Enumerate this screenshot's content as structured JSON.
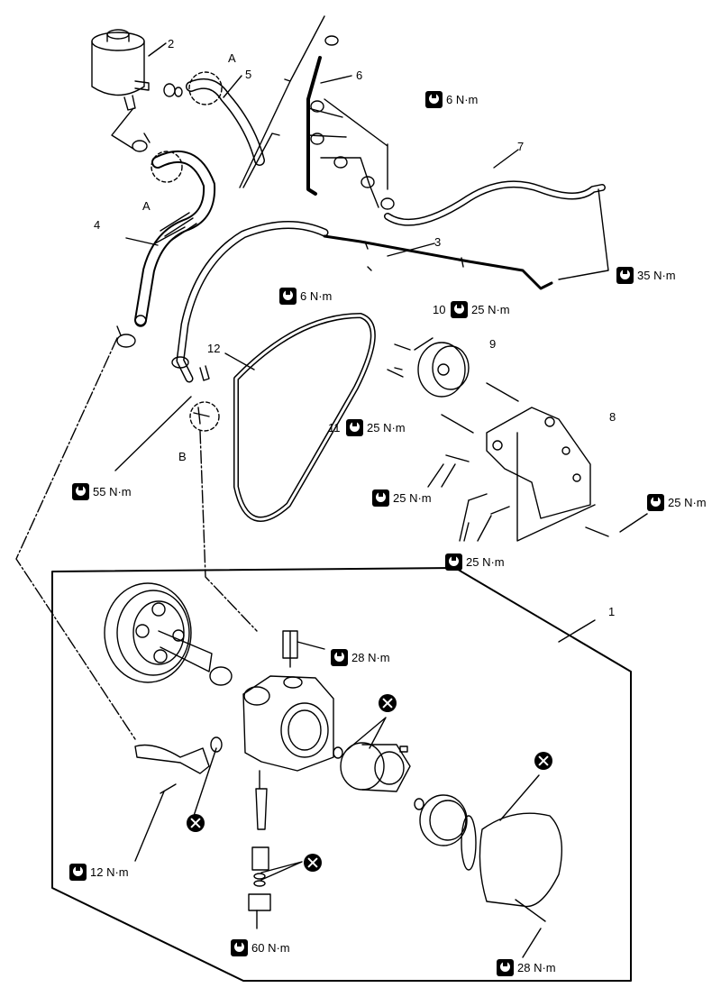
{
  "callouts": {
    "c1": "1",
    "c2": "2",
    "c3": "3",
    "c4": "4",
    "c5": "5",
    "c6": "6",
    "c7": "7",
    "c8": "8",
    "c9": "9",
    "c10": "10",
    "c11": "11",
    "c12": "12",
    "detailA_top": "A",
    "detailA_bottom": "A",
    "detailB": "B"
  },
  "torques": {
    "t_6a": "6 N·m",
    "t_35": "35 N·m",
    "t_6b": "6 N·m",
    "t_10": "25 N·m",
    "t_11": "25 N·m",
    "t_55": "55 N·m",
    "t_bracket_left": "25 N·m",
    "t_bracket_right": "25 N·m",
    "t_bracket_bottom": "25 N·m",
    "t_28_top": "28 N·m",
    "t_12": "12 N·m",
    "t_60": "60 N·m",
    "t_28_bottom": "28 N·m"
  },
  "icons": {
    "torque": "torque-wrench-icon",
    "not_reusable": "do-not-reuse-icon"
  }
}
